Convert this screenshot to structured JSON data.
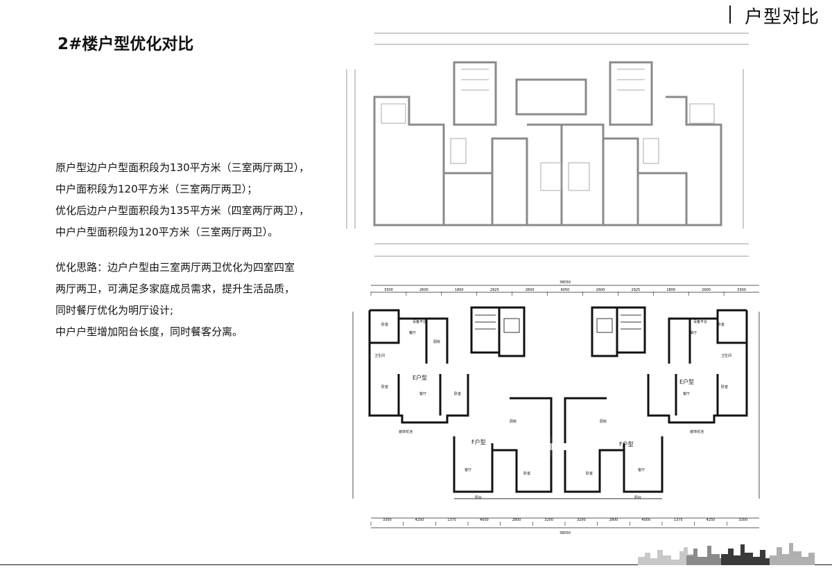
{
  "header": {
    "section_title": "户型对比"
  },
  "page": {
    "title": "2#楼户型优化对比"
  },
  "description": {
    "area_lines": [
      "原户型边户户型面积段为130平方米（三室两厅两卫），",
      "中户面积段为120平方米（三室两厅两卫）；",
      "优化后边户户型面积段为135平方米（四室两厅两卫），",
      "中户户型面积段为120平方米（三室两厅两卫）。"
    ],
    "idea_lines": [
      "优化思路：边户户型由三室两厅两卫优化为四室四室",
      "两厅两卫，可满足多家庭成员需求，提升生活品质，",
      "同时餐厅优化为明厅设计;",
      "中户户型增加阳台长度，同时餐客分离。"
    ]
  },
  "plan_bottom": {
    "unit_labels": [
      "E户型",
      "E户型",
      "F户型",
      "F户型"
    ],
    "top_dims": [
      "3300",
      "2600",
      "1800",
      "2925",
      "2600",
      "6050",
      "2600",
      "2925",
      "1800",
      "2600",
      "3300"
    ],
    "total_dim": "38050",
    "bottom_dims": [
      "3300",
      "4250",
      "1375",
      "4000",
      "2800",
      "3200",
      "3200",
      "2800",
      "4000",
      "1375",
      "4250",
      "3300"
    ],
    "room_labels": [
      "卧室",
      "客厅",
      "餐厅",
      "厨房",
      "卫生间",
      "阳台",
      "装饰花池",
      "设备平台"
    ]
  }
}
